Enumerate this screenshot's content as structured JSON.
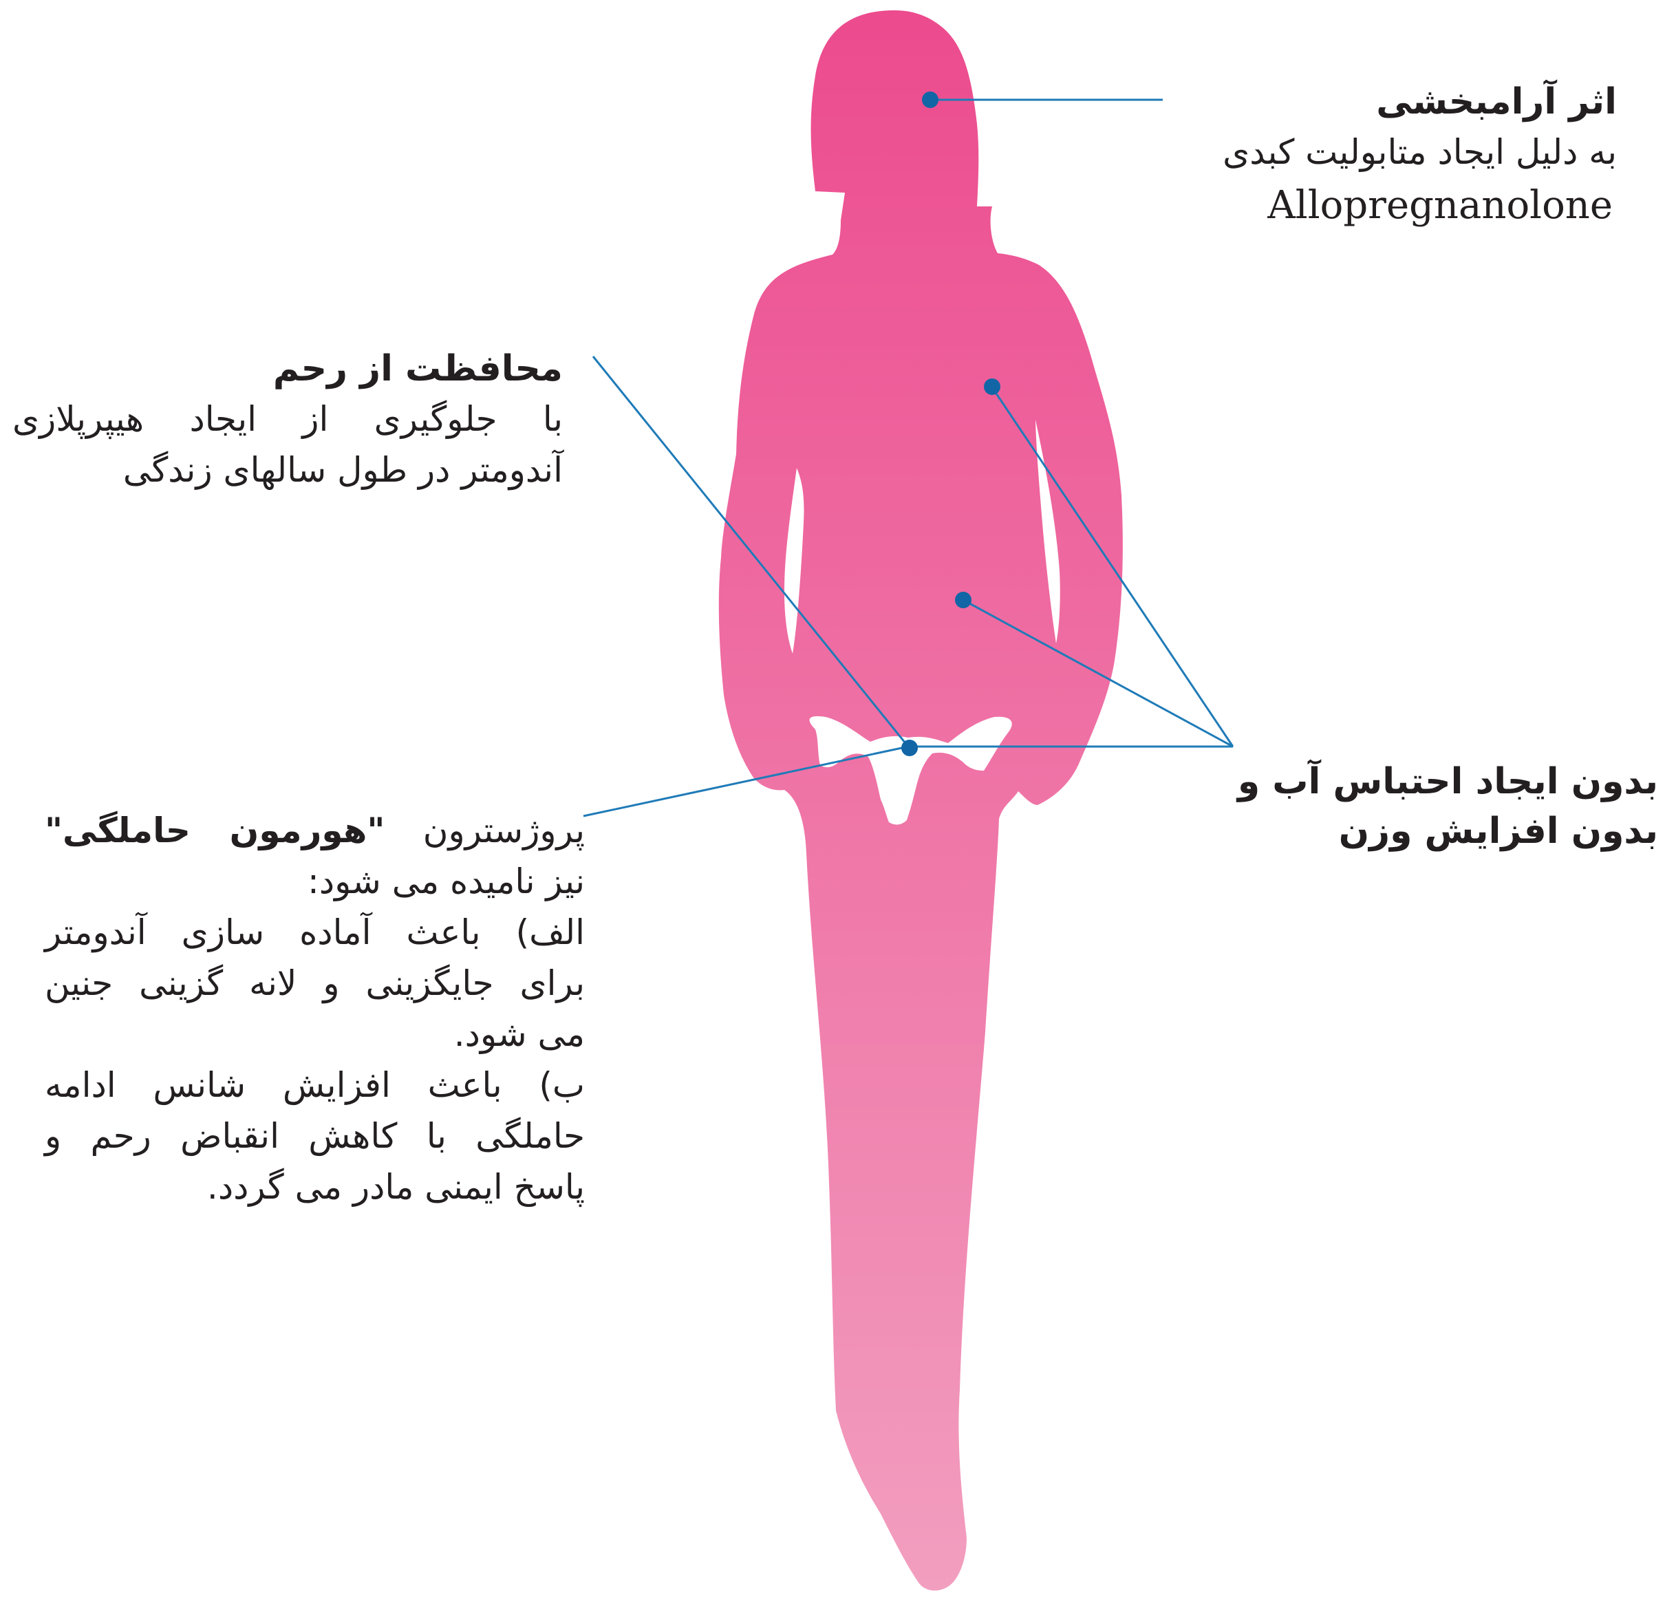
{
  "colors": {
    "silhouette_top": "#ec4b8e",
    "silhouette_bottom": "#f29ebf",
    "leader_line": "#1f7bb8",
    "marker": "#1266a6",
    "text": "#231f20"
  },
  "labels": {
    "sedative": {
      "title": "اثر آرامبخشی",
      "line1": "به دلیل ایجاد متابولیت کبدی",
      "line2": "Allopregnanolone"
    },
    "uterus_protection": {
      "title": "محافظت از رحم",
      "line1": "با جلوگیری از ایجاد هیپرپلازی",
      "line2": "آندومتر در طول سالهای زندگی"
    },
    "no_water_retention": {
      "line1": "بدون ایجاد احتباس آب و",
      "line2": "بدون افزایش وزن"
    },
    "pregnancy_hormone": {
      "intro": "پروژسترون",
      "quoted": "\"هورمون حاملگی\"",
      "line2": "نیز نامیده می شود:",
      "line3": "الف)  باعث آماده سازی آندومتر",
      "line4": "برای جایگزینی و لانه گزینی جنین",
      "line5": "می شود.",
      "line6": "ب)  باعث افزایش شانس ادامه",
      "line7": "حاملگی با کاهش انقباض رحم و",
      "line8": "پاسخ ایمنی مادر می گردد."
    }
  }
}
